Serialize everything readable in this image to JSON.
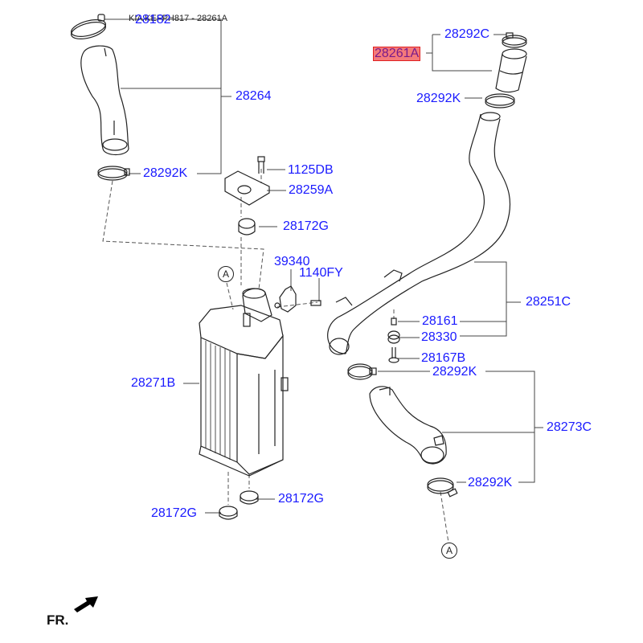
{
  "header": {
    "title": "KIA KEFPH817 - 28261A"
  },
  "orientation": {
    "label": "FR.",
    "icon": "front-arrow-icon"
  },
  "callouts": [
    {
      "id": "A",
      "label": "A"
    },
    {
      "id": "A2",
      "label": "A"
    }
  ],
  "highlight_color": "#f47a7a",
  "label_color": "#1a1aff",
  "parts": [
    {
      "id": "p28182",
      "number": "28182"
    },
    {
      "id": "p28264",
      "number": "28264"
    },
    {
      "id": "p28292K_1",
      "number": "28292K"
    },
    {
      "id": "p1125DB",
      "number": "1125DB"
    },
    {
      "id": "p28259A",
      "number": "28259A"
    },
    {
      "id": "p28172G_1",
      "number": "28172G"
    },
    {
      "id": "p39340",
      "number": "39340"
    },
    {
      "id": "p1140FY",
      "number": "1140FY"
    },
    {
      "id": "p28271B",
      "number": "28271B"
    },
    {
      "id": "p28172G_2",
      "number": "28172G"
    },
    {
      "id": "p28172G_3",
      "number": "28172G"
    },
    {
      "id": "p28261A",
      "number": "28261A",
      "highlighted": true
    },
    {
      "id": "p28292C",
      "number": "28292C"
    },
    {
      "id": "p28292K_2",
      "number": "28292K"
    },
    {
      "id": "p28251C",
      "number": "28251C"
    },
    {
      "id": "p28161",
      "number": "28161"
    },
    {
      "id": "p28330",
      "number": "28330"
    },
    {
      "id": "p28167B",
      "number": "28167B"
    },
    {
      "id": "p28292K_3",
      "number": "28292K"
    },
    {
      "id": "p28273C",
      "number": "28273C"
    },
    {
      "id": "p28292K_4",
      "number": "28292K"
    }
  ]
}
